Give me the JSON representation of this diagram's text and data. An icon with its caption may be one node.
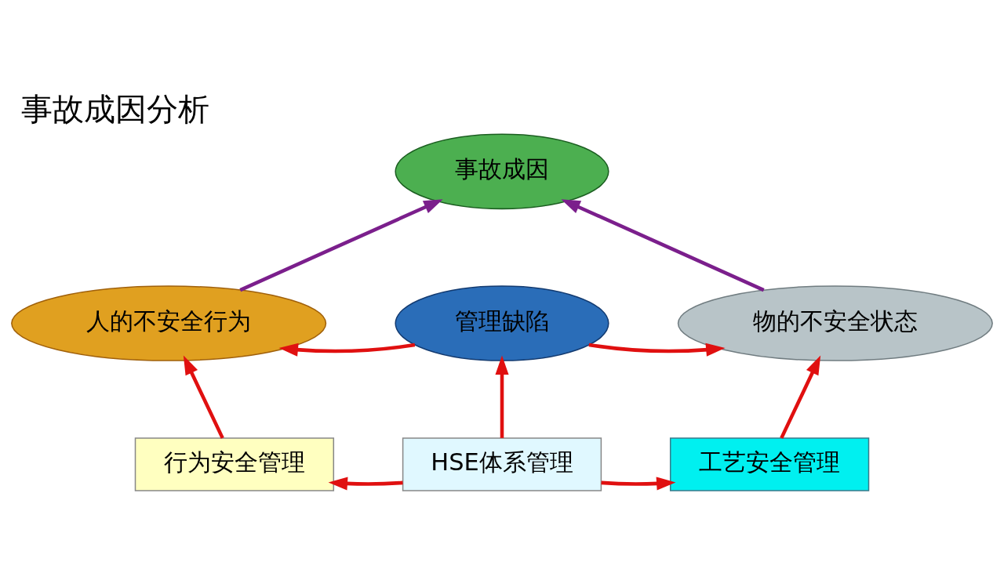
{
  "diagram": {
    "title": "事故成因分析",
    "nodes": [
      {
        "text": [
          "事故成因"
        ]
      },
      {
        "text": [
          "人的不安全行为"
        ]
      },
      {
        "text": [
          "物的不安全状态"
        ]
      },
      {
        "text": [
          "管理缺陷"
        ]
      },
      {
        "text": [
          "行为安全管理"
        ]
      },
      {
        "text": [
          "HSE体系管理"
        ]
      },
      {
        "text": [
          "工艺安全管理"
        ]
      }
    ],
    "edges": [
      {
        "from": 1,
        "to": 0,
        "arrow": "to",
        "color": "#7b1f8c"
      },
      {
        "from": 2,
        "to": 0,
        "arrow": "to",
        "color": "#7b1f8c"
      },
      {
        "from": 3,
        "to": 1,
        "arrow": "to"
      },
      {
        "from": 3,
        "to": 2,
        "arrow": "to"
      },
      {
        "from": 4,
        "to": 1,
        "arrow": "to"
      },
      {
        "from": 5,
        "to": 3,
        "arrow": "to"
      },
      {
        "from": 5,
        "to": 4,
        "arrow": "to"
      },
      {
        "from": 5,
        "to": 6,
        "arrow": "to"
      },
      {
        "from": 6,
        "to": 2,
        "arrow": "to"
      }
    ]
  }
}
